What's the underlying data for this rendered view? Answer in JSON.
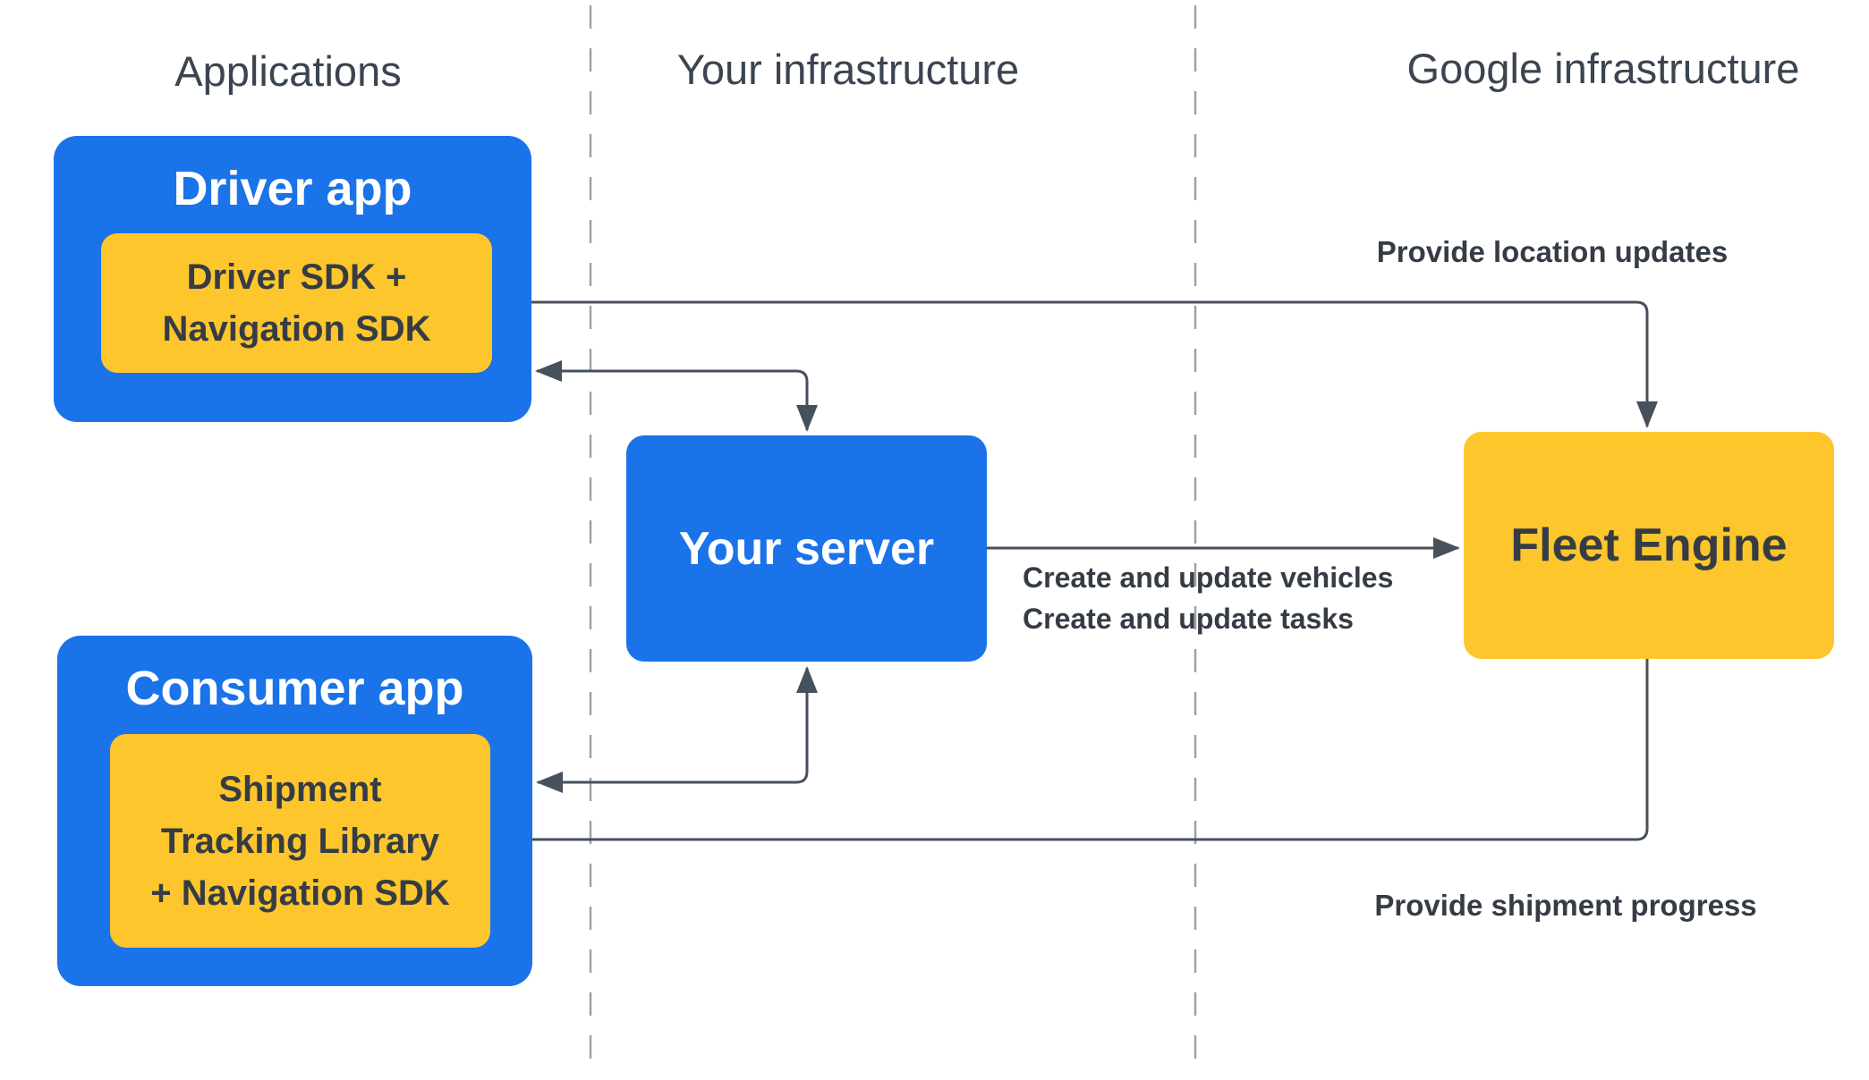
{
  "columns": [
    {
      "label": "Applications"
    },
    {
      "label": "Your infrastructure"
    },
    {
      "label": "Google infrastructure"
    }
  ],
  "nodes": {
    "driver_app": {
      "title": "Driver app",
      "child": "Driver SDK +\nNavigation SDK"
    },
    "consumer_app": {
      "title": "Consumer app",
      "child": "Shipment\nTracking Library\n+ Navigation SDK"
    },
    "your_server": {
      "title": "Your server"
    },
    "fleet_engine": {
      "title": "Fleet Engine"
    }
  },
  "arrow_labels": {
    "location_updates": "Provide location updates",
    "create_update": "Create and update vehicles\nCreate and update tasks",
    "shipment_progress": "Provide shipment progress"
  },
  "colors": {
    "node_blue": "#1a73e8",
    "node_yellow": "#fcc62c",
    "arrow": "#47515d",
    "divider": "#9aa2ab",
    "heading_text": "#3b4450",
    "dark_text": "#363c45",
    "light_text": "#ffffff"
  }
}
